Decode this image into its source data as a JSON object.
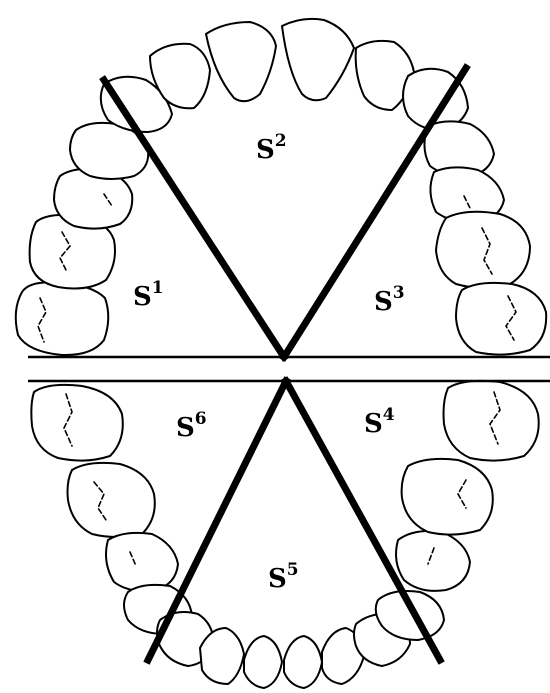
{
  "sextants": [
    {
      "id": "S1",
      "base": "S",
      "sup": "1"
    },
    {
      "id": "S2",
      "base": "S",
      "sup": "2"
    },
    {
      "id": "S3",
      "base": "S",
      "sup": "3"
    },
    {
      "id": "S4",
      "base": "S",
      "sup": "4"
    },
    {
      "id": "S5",
      "base": "S",
      "sup": "5"
    },
    {
      "id": "S6",
      "base": "S",
      "sup": "6"
    }
  ],
  "colors": {
    "ink": "#000000",
    "background": "#ffffff"
  }
}
